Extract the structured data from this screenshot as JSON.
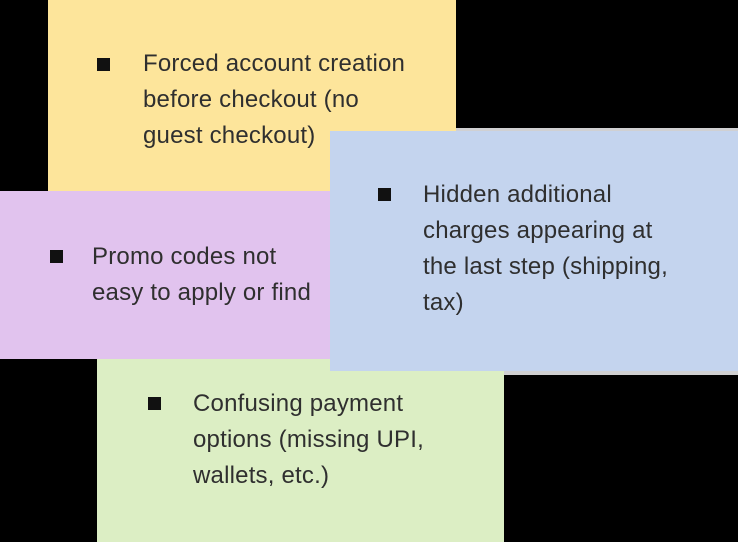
{
  "canvas": {
    "background_color": "#000000"
  },
  "notes": [
    {
      "id": "yellow-note",
      "color": "#fde59b",
      "bullet_icon": "square-bullet",
      "lines": [
        "Forced account creation",
        "before checkout (no",
        "guest checkout)"
      ]
    },
    {
      "id": "purple-note",
      "color": "#e1c3ee",
      "bullet_icon": "square-bullet",
      "lines": [
        "Promo codes not",
        "easy to apply or find"
      ]
    },
    {
      "id": "blue-note",
      "color": "#c4d4ee",
      "bullet_icon": "square-bullet",
      "lines": [
        "Hidden additional",
        "charges appearing at",
        "the last step (shipping,",
        "tax)"
      ]
    },
    {
      "id": "green-note",
      "color": "#dceec4",
      "bullet_icon": "square-bullet",
      "lines": [
        "Confusing payment",
        "options (missing UPI,",
        "wallets, etc.)"
      ]
    }
  ],
  "hidden_note": {
    "color": "#d0d0d2"
  },
  "text_color": "#2f2f2f",
  "bullet_color": "#111111"
}
